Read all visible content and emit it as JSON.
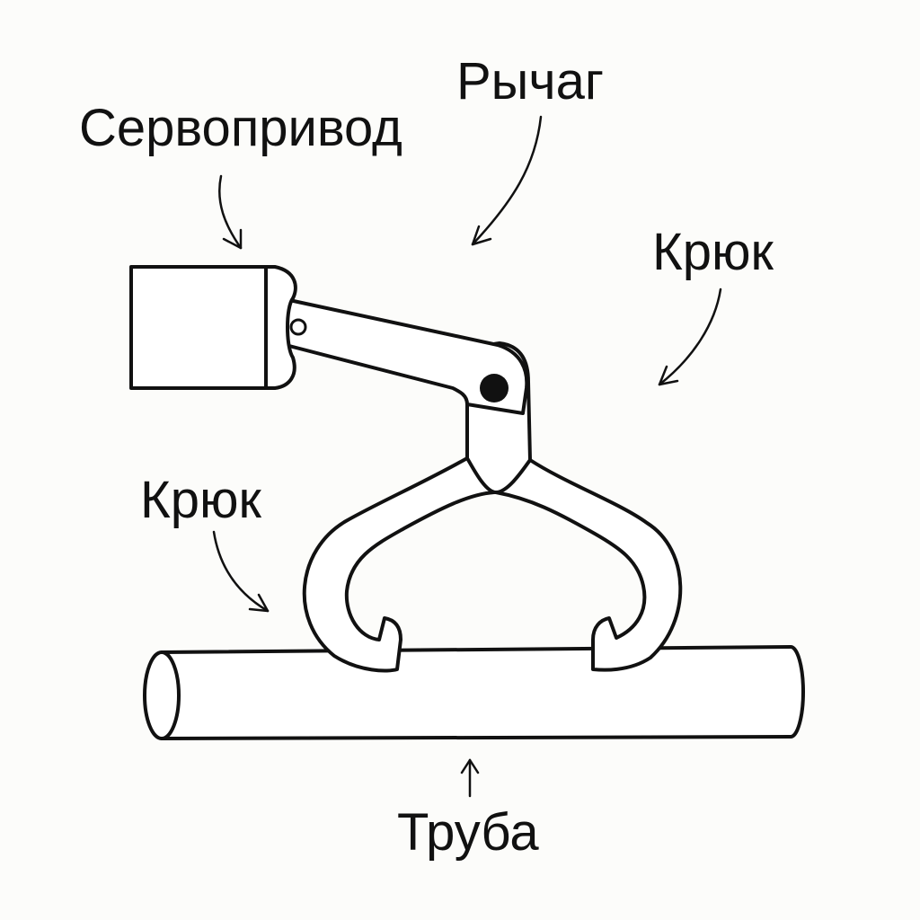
{
  "labels": {
    "servo": "Сервопривод",
    "lever": "Рычаг",
    "hook_right": "Крюк",
    "hook_left": "Крюк",
    "pipe": "Труба"
  },
  "colors": {
    "stroke": "#111111",
    "background": "#fcfcfa",
    "fill": "#ffffff"
  }
}
